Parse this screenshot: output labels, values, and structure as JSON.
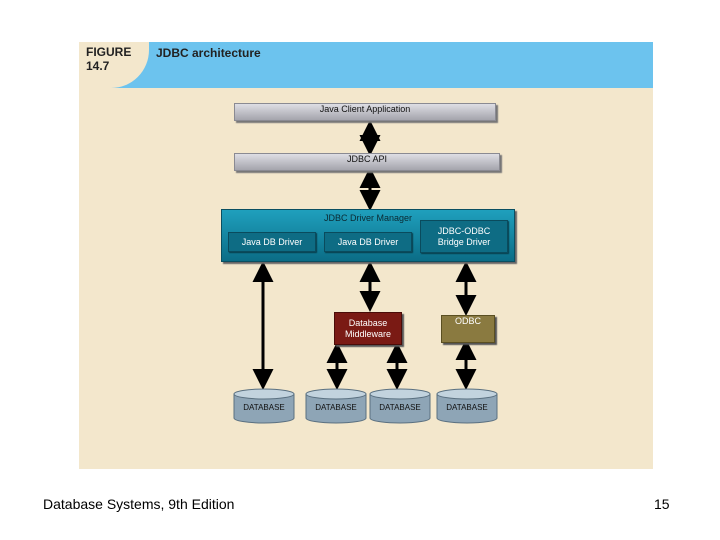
{
  "figure": {
    "label": "FIGURE 14.7",
    "title": "JDBC architecture"
  },
  "diagram": {
    "client_app": "Java Client Application",
    "jdbc_api": "JDBC API",
    "driver_manager": "JDBC Driver Manager",
    "drivers": [
      "Java DB Driver",
      "Java DB Driver",
      "JDBC-ODBC Bridge Driver"
    ],
    "middleware": "Database Middleware",
    "odbc": "ODBC",
    "databases": [
      "DATABASE",
      "DATABASE",
      "DATABASE",
      "DATABASE"
    ]
  },
  "colors": {
    "header_blue": "#6cc3ee",
    "figure_background": "#f3e7cc",
    "driver_manager_teal": "#0e6c84",
    "middleware_maroon": "#7a1a14",
    "odbc_olive": "#8a7a40",
    "database_blue": "#8ea5b6"
  },
  "footer": {
    "left": "Database Systems, 9th Edition",
    "page_number": "15"
  }
}
